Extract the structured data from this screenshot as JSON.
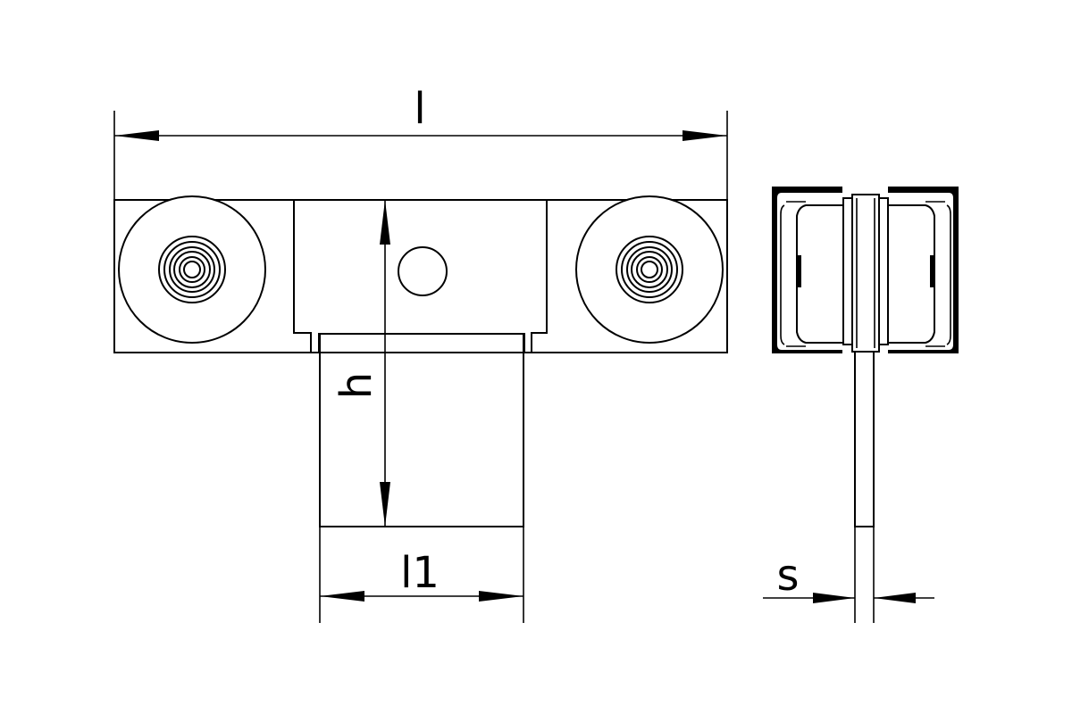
{
  "dimensions": {
    "length_label": "l",
    "height_label": "h",
    "body_length_label": "l1",
    "thickness_label": "s"
  }
}
